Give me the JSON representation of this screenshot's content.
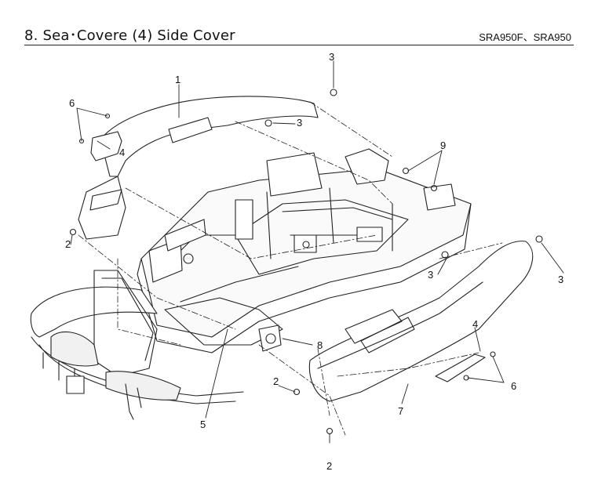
{
  "header": {
    "title": "8. Sea･Covere (4) Side Cover",
    "models": "SRA950F、SRA950"
  },
  "callouts": {
    "c1": "1",
    "c2a": "2",
    "c2b": "2",
    "c2c": "2",
    "c3a": "3",
    "c3b": "3",
    "c3c": "3",
    "c3d": "3",
    "c4a": "4",
    "c4b": "4",
    "c5": "5",
    "c6a": "6",
    "c6b": "6",
    "c7": "7",
    "c8": "8",
    "c9": "9"
  }
}
